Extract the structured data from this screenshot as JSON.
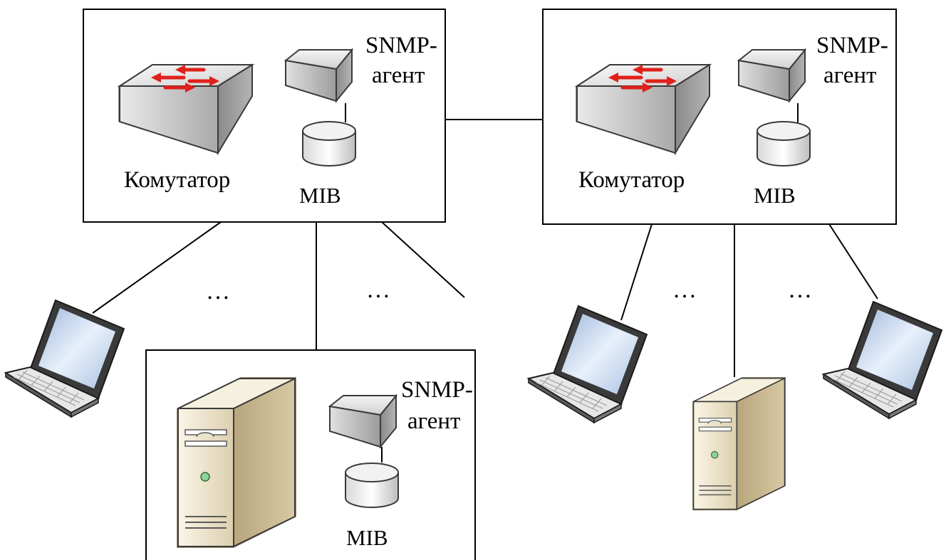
{
  "nodes": {
    "switch_left": {
      "device_label": "Комутатор",
      "agent_label_line1": "SNMP-",
      "agent_label_line2": "агент",
      "mib_label": "MIB"
    },
    "switch_right": {
      "device_label": "Комутатор",
      "agent_label_line1": "SNMP-",
      "agent_label_line2": "агент",
      "mib_label": "MIB"
    },
    "server_box": {
      "agent_label_line1": "SNMP-",
      "agent_label_line2": "агент",
      "mib_label": "MIB"
    }
  },
  "ellipses": [
    "…",
    "…",
    "…",
    "…"
  ],
  "icons": [
    "switch-icon",
    "agent-block-icon",
    "mib-database-icon",
    "laptop-icon",
    "server-tower-icon"
  ],
  "colors": {
    "arrow_red": "#e0201b",
    "switch_gray": "#c8c8c8",
    "laptop_screen": "#c9d9ef",
    "server_beige": "#e6dcc4"
  }
}
